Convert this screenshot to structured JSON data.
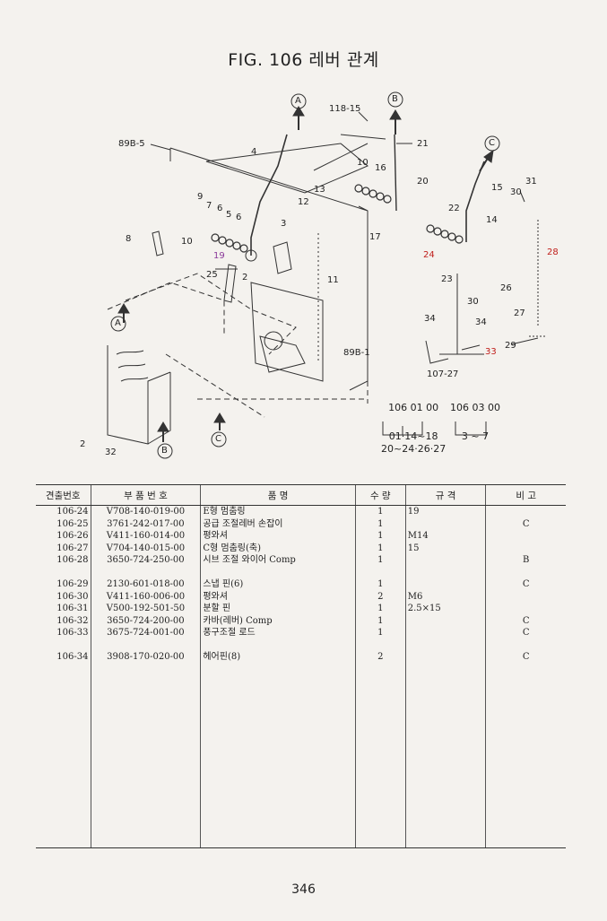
{
  "title": "FIG. 106 레버 관계",
  "diagram": {
    "callouts": [
      {
        "text": "89B-5",
        "style": "normal"
      },
      {
        "text": "A",
        "style": "normal"
      },
      {
        "text": "118-15",
        "style": "normal"
      },
      {
        "text": "B",
        "style": "normal"
      },
      {
        "text": "21",
        "style": "normal"
      },
      {
        "text": "C",
        "style": "normal"
      },
      {
        "text": "15",
        "style": "normal"
      },
      {
        "text": "31",
        "style": "normal"
      },
      {
        "text": "30",
        "style": "normal"
      },
      {
        "text": "4",
        "style": "normal"
      },
      {
        "text": "10",
        "style": "normal"
      },
      {
        "text": "16",
        "style": "normal"
      },
      {
        "text": "20",
        "style": "normal"
      },
      {
        "text": "13",
        "style": "normal"
      },
      {
        "text": "12",
        "style": "normal"
      },
      {
        "text": "22",
        "style": "normal"
      },
      {
        "text": "14",
        "style": "normal"
      },
      {
        "text": "9",
        "style": "normal"
      },
      {
        "text": "7",
        "style": "normal"
      },
      {
        "text": "6",
        "style": "normal"
      },
      {
        "text": "5",
        "style": "normal"
      },
      {
        "text": "6",
        "style": "normal"
      },
      {
        "text": "3",
        "style": "normal"
      },
      {
        "text": "17",
        "style": "normal"
      },
      {
        "text": "8",
        "style": "normal"
      },
      {
        "text": "10",
        "style": "normal"
      },
      {
        "text": "19",
        "style": "purple"
      },
      {
        "text": "24",
        "style": "red"
      },
      {
        "text": "28",
        "style": "red"
      },
      {
        "text": "25",
        "style": "normal"
      },
      {
        "text": "2",
        "style": "normal"
      },
      {
        "text": "11",
        "style": "normal"
      },
      {
        "text": "23",
        "style": "normal"
      },
      {
        "text": "26",
        "style": "normal"
      },
      {
        "text": "27",
        "style": "normal"
      },
      {
        "text": "30",
        "style": "normal"
      },
      {
        "text": "34",
        "style": "normal"
      },
      {
        "text": "34",
        "style": "normal"
      },
      {
        "text": "A",
        "style": "normal"
      },
      {
        "text": "89B-1",
        "style": "normal"
      },
      {
        "text": "33",
        "style": "red"
      },
      {
        "text": "29",
        "style": "normal"
      },
      {
        "text": "107-27",
        "style": "normal"
      },
      {
        "text": "2",
        "style": "normal"
      },
      {
        "text": "32",
        "style": "normal"
      },
      {
        "text": "B",
        "style": "normal"
      },
      {
        "text": "C",
        "style": "normal"
      }
    ],
    "ref_left": {
      "head": "106 01 00",
      "line1": "01·14~18",
      "line2": "20~24·26·27"
    },
    "ref_right": {
      "head": "106 03 00",
      "line1": "3 ~ 7"
    }
  },
  "table": {
    "headers": [
      "견출번호",
      "부 품 번 호",
      "품                명",
      "수  량",
      "규      격",
      "비  고"
    ],
    "rows": [
      {
        "no": "106-24",
        "part": "V708-140-019-00",
        "name": "E형 멈춤링",
        "qty": "1",
        "spec": "19",
        "note": ""
      },
      {
        "no": "106-25",
        "part": "3761-242-017-00",
        "name": "공급 조절레버 손잡이",
        "qty": "1",
        "spec": "",
        "note": "C"
      },
      {
        "no": "106-26",
        "part": "V411-160-014-00",
        "name": "평와셔",
        "qty": "1",
        "spec": "M14",
        "note": ""
      },
      {
        "no": "106-27",
        "part": "V704-140-015-00",
        "name": "C형 멈춤링(축)",
        "qty": "1",
        "spec": "15",
        "note": ""
      },
      {
        "no": "106-28",
        "part": "3650-724-250-00",
        "name": "시브 조절 와이어 Comp",
        "qty": "1",
        "spec": "",
        "note": "B"
      },
      {
        "gap": true
      },
      {
        "no": "106-29",
        "part": "2130-601-018-00",
        "name": "스냅 핀(6)",
        "qty": "1",
        "spec": "",
        "note": "C"
      },
      {
        "no": "106-30",
        "part": "V411-160-006-00",
        "name": "평와셔",
        "qty": "2",
        "spec": "M6",
        "note": ""
      },
      {
        "no": "106-31",
        "part": "V500-192-501-50",
        "name": "분할 핀",
        "qty": "1",
        "spec": "2.5×15",
        "note": ""
      },
      {
        "no": "106-32",
        "part": "3650-724-200-00",
        "name": "카바(레버) Comp",
        "qty": "1",
        "spec": "",
        "note": "C"
      },
      {
        "no": "106-33",
        "part": "3675-724-001-00",
        "name": "풍구조절 로드",
        "qty": "1",
        "spec": "",
        "note": "C"
      },
      {
        "gap": true
      },
      {
        "no": "106-34",
        "part": "3908-170-020-00",
        "name": "헤어핀(8)",
        "qty": "2",
        "spec": "",
        "note": "C"
      }
    ]
  },
  "page_number": "346"
}
